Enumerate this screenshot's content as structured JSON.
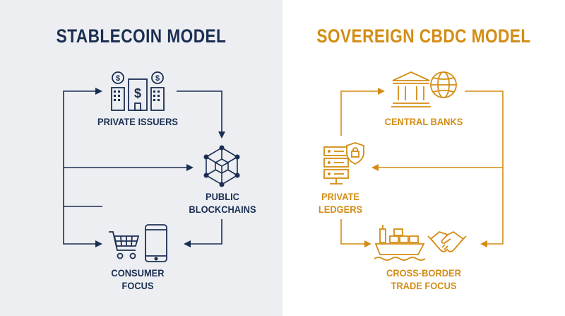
{
  "left": {
    "title": "STABLECOIN MODEL",
    "color": "#1b2e52",
    "nodes": [
      {
        "id": "private-issuers",
        "label": "PRIVATE ISSUERS",
        "icon": "bank-buildings-dollar-icon"
      },
      {
        "id": "public-blockchains",
        "label": "PUBLIC\nBLOCKCHAINS",
        "icon": "blockchain-network-icon"
      },
      {
        "id": "consumer-focus",
        "label": "CONSUMER\nFOCUS",
        "icon": "shopping-cart-smartphone-icon"
      }
    ]
  },
  "right": {
    "title": "SOVEREIGN CBDC MODEL",
    "color": "#d48c14",
    "nodes": [
      {
        "id": "central-banks",
        "label": "CENTRAL BANKS",
        "icon": "bank-globe-icon"
      },
      {
        "id": "private-ledgers",
        "label": "PRIVATE\nLEDGERS",
        "icon": "server-lock-icon"
      },
      {
        "id": "cross-border-trade",
        "label": "CROSS-BORDER\nTRADE FOCUS",
        "icon": "cargo-ship-handshake-icon"
      }
    ]
  }
}
